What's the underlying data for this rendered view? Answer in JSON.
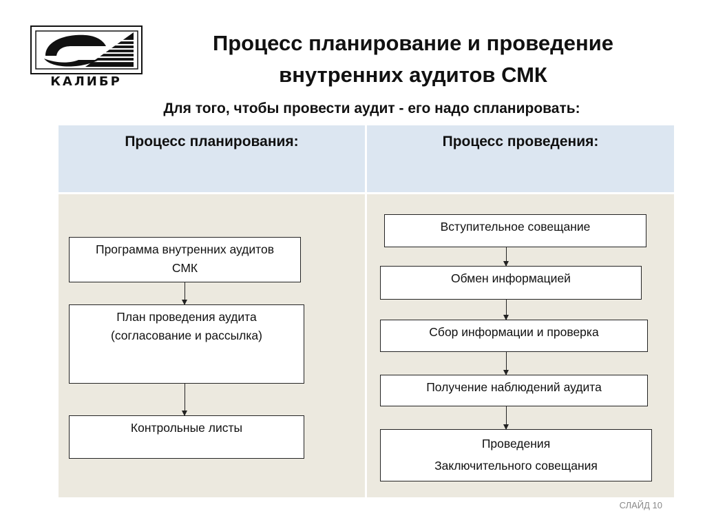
{
  "logo": {
    "text": "КАЛИБР"
  },
  "title_line1": "Процесс планирование и проведение",
  "title_line2": "внутренних аудитов СМК",
  "subtitle": "Для того, чтобы провести аудит - его надо спланировать:",
  "table": {
    "left_header": "Процесс планирования:",
    "right_header": "Процесс проведения:"
  },
  "planning": [
    {
      "line1": "Программа внутренних аудитов",
      "line2": "СМК"
    },
    {
      "line1": "План проведения аудита",
      "line2": "(согласование и рассылка)"
    },
    {
      "line1": "Контрольные листы"
    }
  ],
  "conducting": [
    {
      "line1": "Вступительное совещание"
    },
    {
      "line1": "Обмен информацией"
    },
    {
      "line1": "Сбор информации и  проверка"
    },
    {
      "line1": "Получение наблюдений аудита"
    },
    {
      "line1": "Проведения",
      "line2": "Заключительного совещания"
    }
  ],
  "slide_label": "СЛАЙД 10",
  "colors": {
    "header_bg": "#dce6f1",
    "body_bg": "#ece9df",
    "border": "#222222"
  }
}
